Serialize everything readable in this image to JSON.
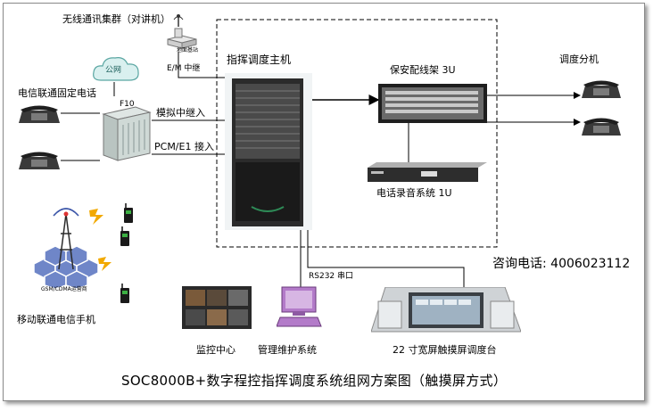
{
  "labels": {
    "wireless_cluster": "无线通讯集群（对讲机）",
    "base_station": "地面基站",
    "public_network": "公网",
    "fixed_phone": "电信联通固定电话",
    "f10": "F10",
    "em_trunk": "E/M 中继",
    "analog_trunk": "模拟中继入",
    "pcm_access": "PCM/E1 接入",
    "main_unit": "指挥调度主机",
    "distribution_frame": "保安配线架 3U",
    "extension": "调度分机",
    "recorder": "电话录音系统 1U",
    "consult_phone": "咨询电话: 4006023112",
    "rs232": "RS232 串口",
    "tower_label": "GSM/CDMA运营商",
    "mobile_phones": "移动联通电信手机",
    "monitor_center": "监控中心",
    "management": "管理维护系统",
    "console": "22 寸宽屏触摸屏调度台",
    "title": "SOC8000B+数字程控指挥调度系统组网方案图（触摸屏方式）"
  },
  "icons": [
    "antenna-icon",
    "cloud-icon",
    "desk-phone-icon",
    "walkie-talkie-icon",
    "cell-tower-icon",
    "computer-icon",
    "server-rack-icon",
    "patch-panel-icon",
    "recorder-icon",
    "dispatch-console-icon",
    "monitor-screen-icon",
    "lightning-icon"
  ],
  "colors": {
    "frame_border": "#8a8a8a",
    "line": "#000000",
    "cloud": "#d9f0ef",
    "hex_cells": "#6f86c8",
    "computer": "#b37bc9"
  }
}
